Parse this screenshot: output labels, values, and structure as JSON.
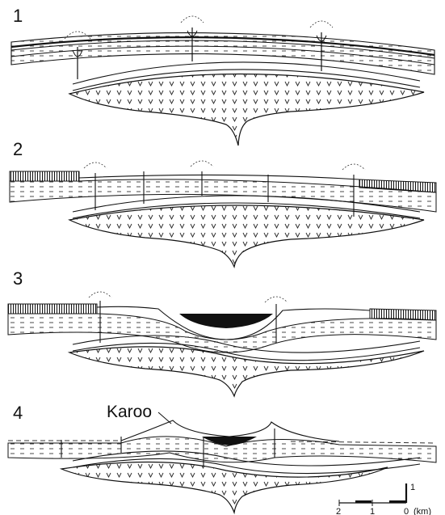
{
  "figure": {
    "panels": [
      {
        "number": "1"
      },
      {
        "number": "2"
      },
      {
        "number": "3"
      },
      {
        "number": "4"
      }
    ],
    "annotation": "Karoo",
    "scale": {
      "tick_labels": [
        "2",
        "1",
        "0"
      ],
      "unit": "(km)",
      "vertical_label": "1"
    },
    "colors": {
      "ink": "#111111",
      "background": "#ffffff"
    }
  }
}
